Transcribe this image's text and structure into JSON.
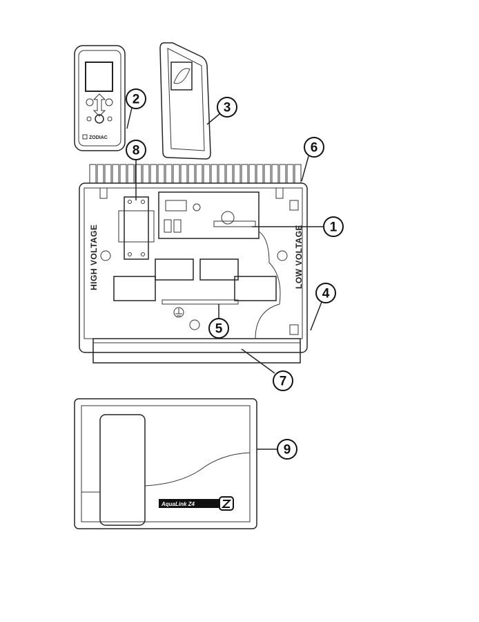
{
  "diagram": {
    "callouts": [
      "1",
      "2",
      "3",
      "4",
      "5",
      "6",
      "7",
      "8",
      "9"
    ],
    "labels": {
      "high_voltage": "HIGH VOLTAGE",
      "low_voltage": "LOW VOLTAGE"
    },
    "remote_brand": "ZODIAC",
    "cover_logo": "AquaLink Z4"
  }
}
